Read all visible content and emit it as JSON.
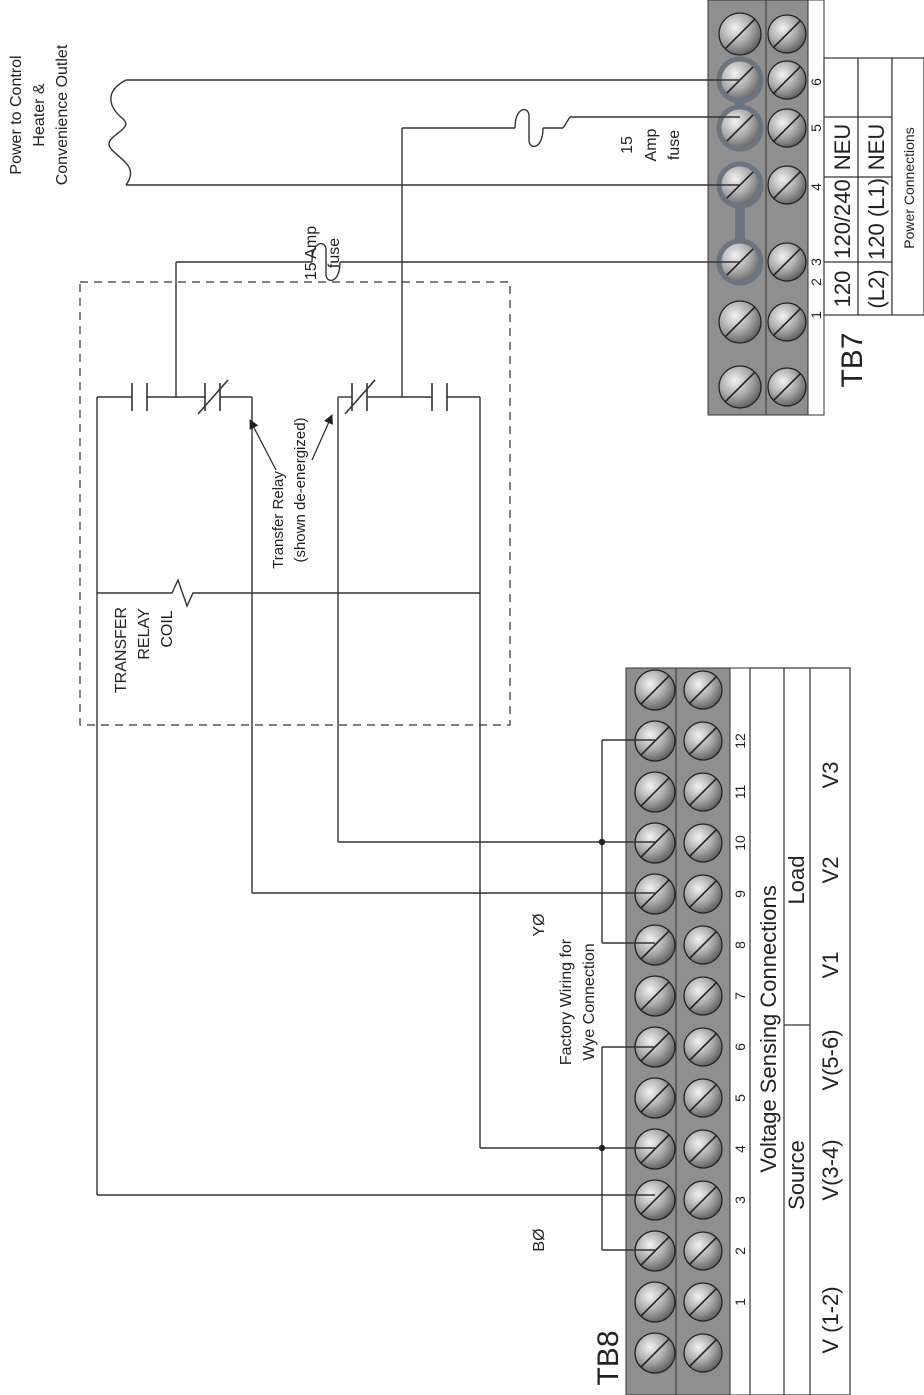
{
  "tb7": {
    "label": "TB7",
    "terminal_numbers": [
      "1",
      "2",
      "3",
      "4",
      "5",
      "6"
    ],
    "voltage_row": [
      "120",
      "120/240",
      "NEU"
    ],
    "line_row": [
      "(L2)",
      "120 (L1)",
      "NEU"
    ],
    "caption": "Power Connections"
  },
  "tb8": {
    "label": "TB8",
    "terminal_numbers": [
      "1",
      "2",
      "3",
      "4",
      "5",
      "6",
      "7",
      "8",
      "9",
      "10",
      "11",
      "12"
    ],
    "header": "Voltage Sensing Connections",
    "source_label": "Source",
    "load_label": "Load",
    "source_values": [
      "V (1-2)",
      "V(3-4)",
      "V(5-6)"
    ],
    "load_values": [
      "V1",
      "V2",
      "V3"
    ]
  },
  "labels": {
    "power_to": [
      "Power to Control",
      "Heater &",
      "Convenience Outlet"
    ],
    "fuse_top": [
      "15",
      "Amp",
      "fuse"
    ],
    "fuse_mid": [
      "15 Amp",
      "fuse"
    ],
    "relay_contact": [
      "Transfer Relay",
      "(shown de-energized)"
    ],
    "relay_coil": [
      "TRANSFER",
      "RELAY",
      "COIL"
    ],
    "factory_wiring": [
      "Factory Wiring for",
      "Wye Connection"
    ],
    "phase_y": "YØ",
    "phase_b": "BØ"
  }
}
